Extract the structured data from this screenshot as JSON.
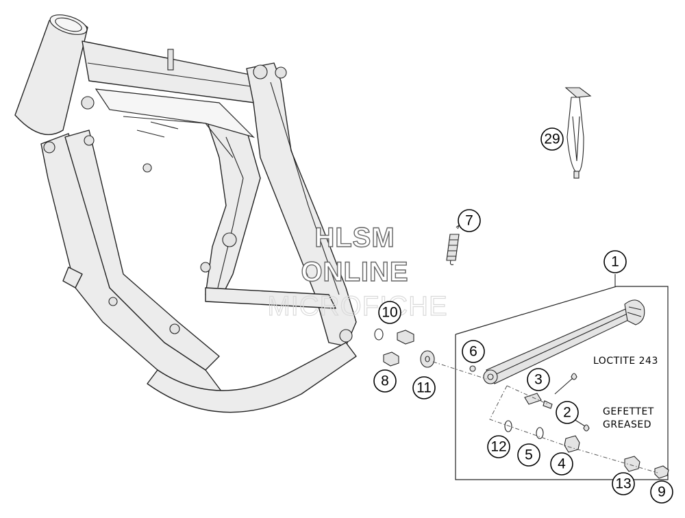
{
  "callouts": [
    {
      "id": "c1",
      "label": "1"
    },
    {
      "id": "c2",
      "label": "2"
    },
    {
      "id": "c3",
      "label": "3"
    },
    {
      "id": "c4",
      "label": "4"
    },
    {
      "id": "c5",
      "label": "5"
    },
    {
      "id": "c6",
      "label": "6"
    },
    {
      "id": "c7",
      "label": "7"
    },
    {
      "id": "c8",
      "label": "8"
    },
    {
      "id": "c9",
      "label": "9"
    },
    {
      "id": "c10",
      "label": "10"
    },
    {
      "id": "c11",
      "label": "11"
    },
    {
      "id": "c12",
      "label": "12"
    },
    {
      "id": "c13",
      "label": "13"
    },
    {
      "id": "c29",
      "label": "29"
    }
  ],
  "notes": {
    "loctite": "LOCTITE 243",
    "grease_de": "GEFETTET",
    "grease_en": "GREASED"
  },
  "watermark": {
    "line1": "HLSM",
    "line2": "ONLINE",
    "line3": "MICROFICHE"
  }
}
